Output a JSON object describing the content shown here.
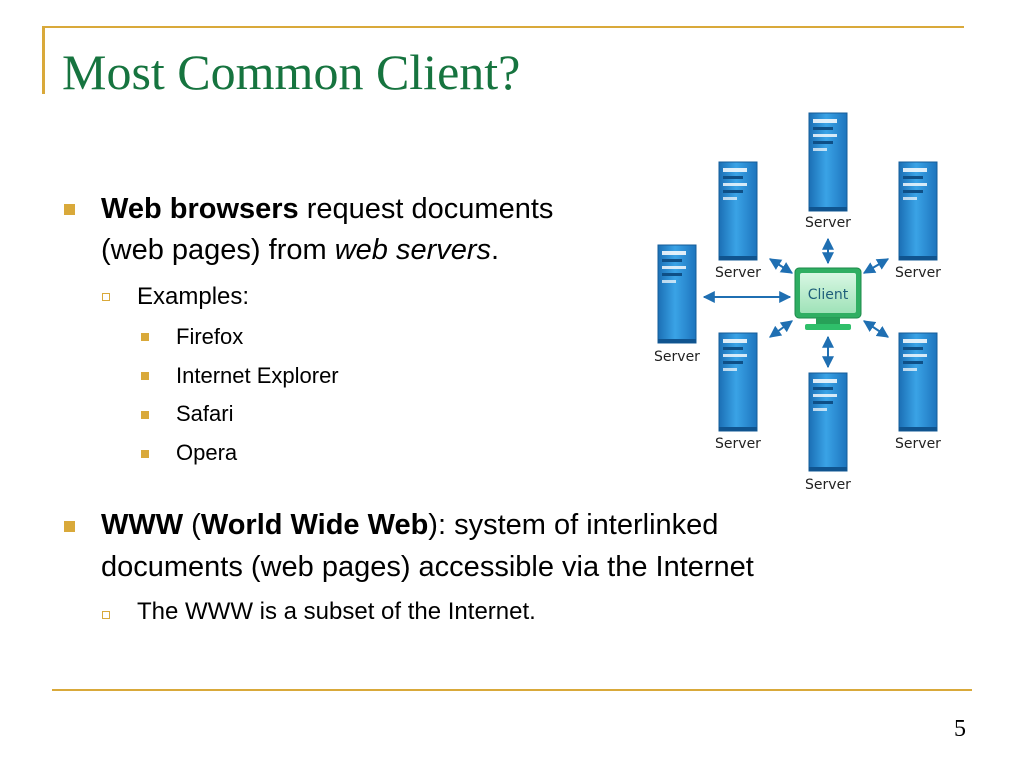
{
  "slide": {
    "title": "Most Common Client?",
    "page_number": "5",
    "accent_color": "#d9a93a",
    "title_color": "#16743f"
  },
  "bullets": {
    "b1": {
      "bold": "Web browsers",
      "t1": " request documents",
      "t2": "(web pages) from ",
      "italic": "web servers",
      "t3": ".",
      "sub_label": "Examples:",
      "items": [
        "Firefox",
        "Internet Explorer",
        "Safari",
        "Opera"
      ]
    },
    "b2": {
      "bold1": "WWW",
      "t1": " (",
      "bold2": "World Wide Web",
      "t2": "): system of interlinked",
      "t3": "documents (web pages) accessible via the Internet",
      "sub": "The WWW is a subset of the Internet."
    }
  },
  "diagram": {
    "client_label": "Client",
    "server_label": "Server",
    "server_color": "#2f95d8",
    "client_color": "#3fbf6f",
    "arrow_color": "#1f6fb2"
  }
}
